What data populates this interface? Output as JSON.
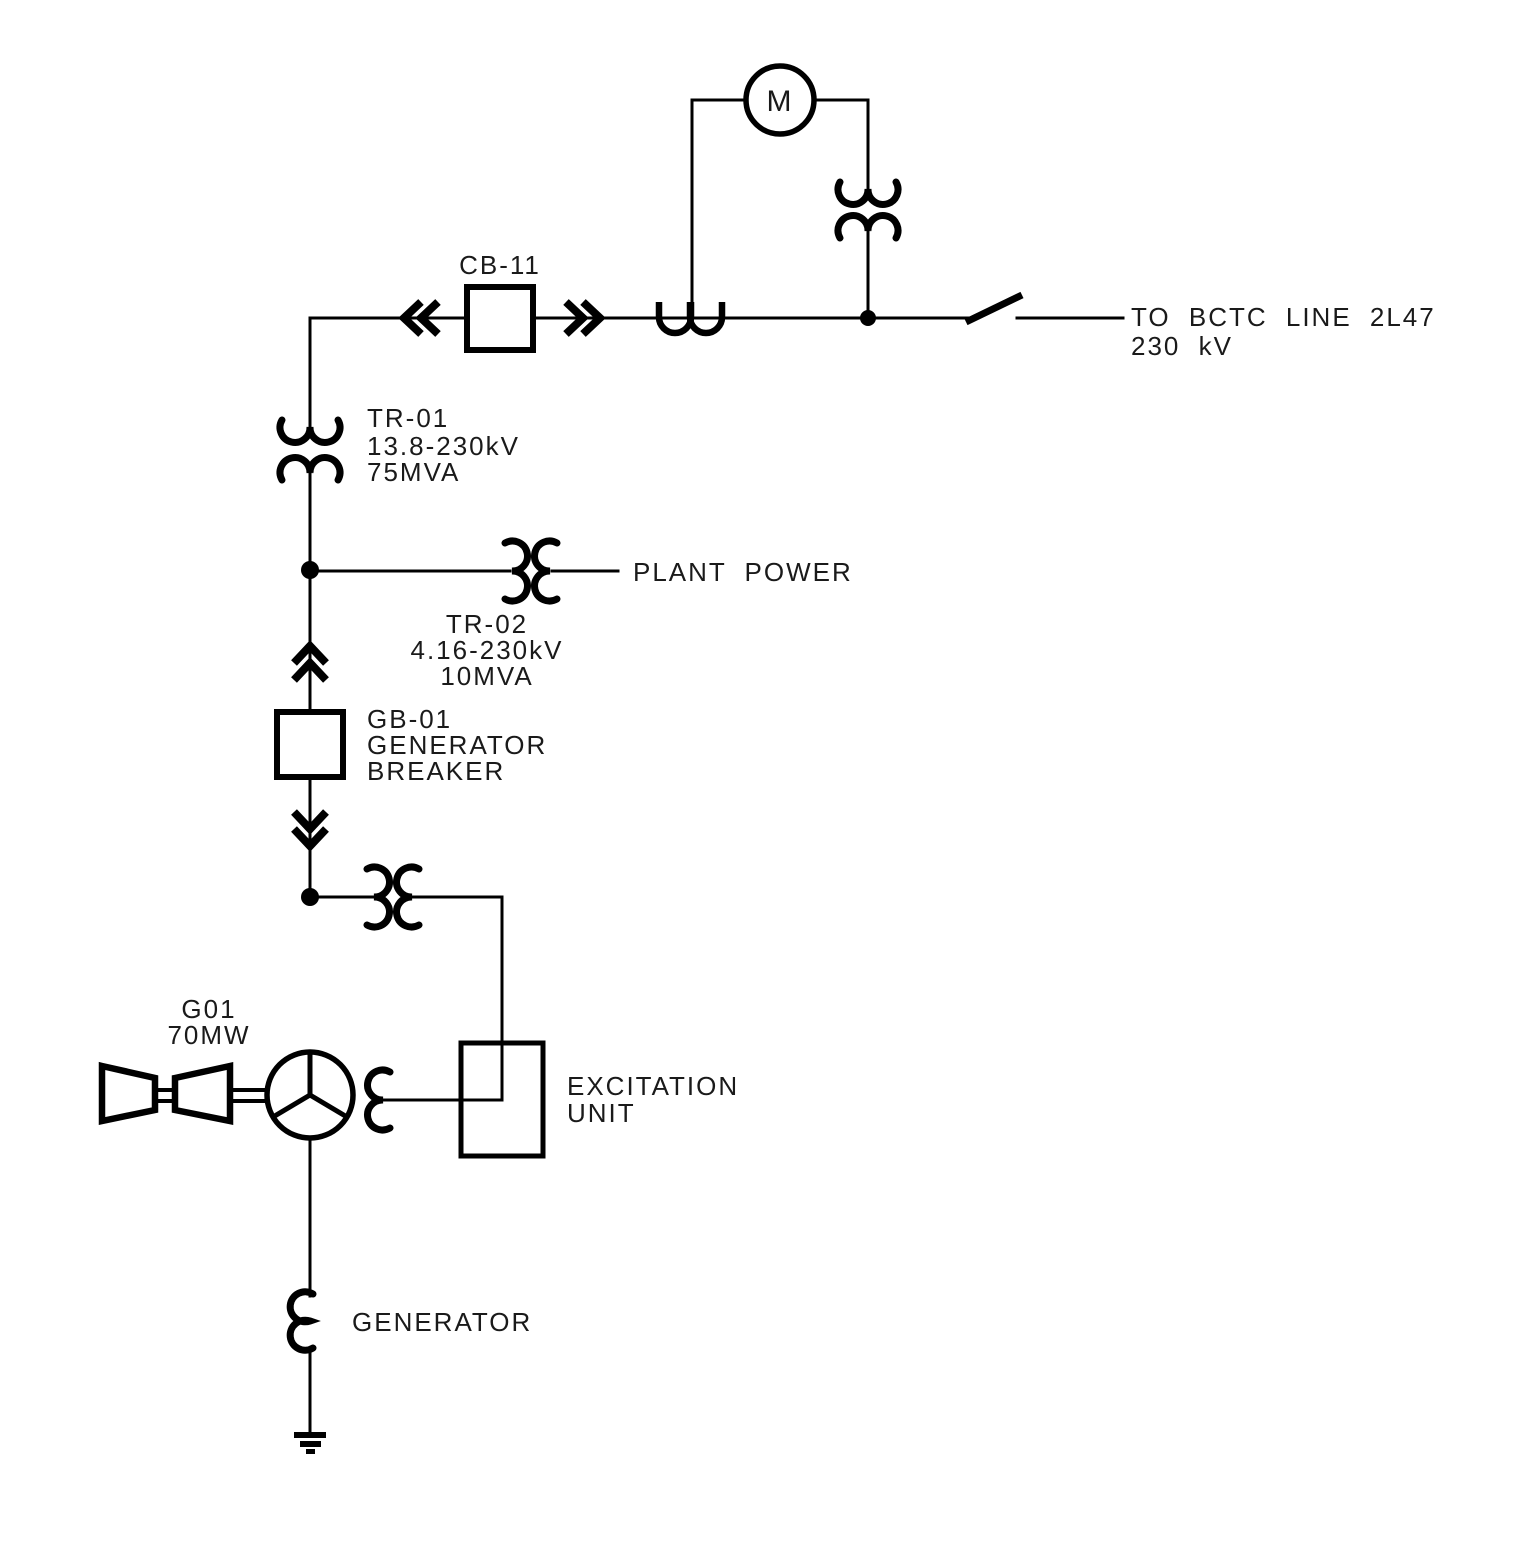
{
  "colors": {
    "line": "#000000",
    "text": "#1a1a1a",
    "background": "#ffffff"
  },
  "labels": {
    "motor": "M",
    "breaker_cb11": "CB-11",
    "line_destination": {
      "line1": "TO BCTC LINE 2L47",
      "line2": "230 kV"
    },
    "tr01": {
      "name": "TR-01",
      "voltage": "13.8-230kV",
      "rating": "75MVA"
    },
    "plant_power": "PLANT POWER",
    "tr02": {
      "name": "TR-02",
      "voltage": "4.16-230kV",
      "rating": "10MVA"
    },
    "gb01": {
      "name": "GB-01",
      "line2": "GENERATOR",
      "line3": "BREAKER"
    },
    "generator_unit": {
      "name": "G01",
      "rating": "70MW"
    },
    "excitation": {
      "line1": "EXCITATION",
      "line2": "UNIT"
    },
    "generator_winding": "GENERATOR"
  }
}
